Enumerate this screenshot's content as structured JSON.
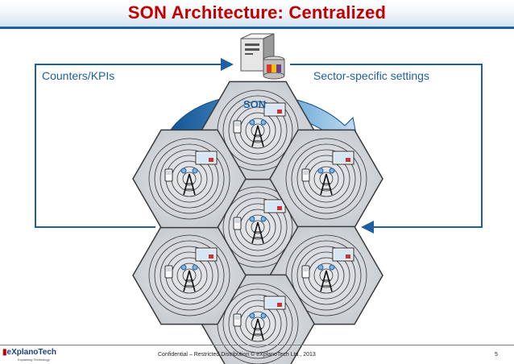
{
  "title": "SON Architecture: Centralized",
  "labels": {
    "left": "Counters/KPIs",
    "right": "Sector-specific settings",
    "center": "SON"
  },
  "icons": [
    "server-icon",
    "cell-tower-icon",
    "mobile-phone-icon",
    "laptop-icon"
  ],
  "colors": {
    "title": "#c00000",
    "accent": "#1f5f9f",
    "hexagon_fill": "#bcc1c7"
  },
  "footer": {
    "logo": "eXplanoTech",
    "tagline": "Explaining Technology",
    "confidential": "Confidential – Restricted Distribution © eXplanoTech Ltd., 2013",
    "page_number": "5"
  }
}
